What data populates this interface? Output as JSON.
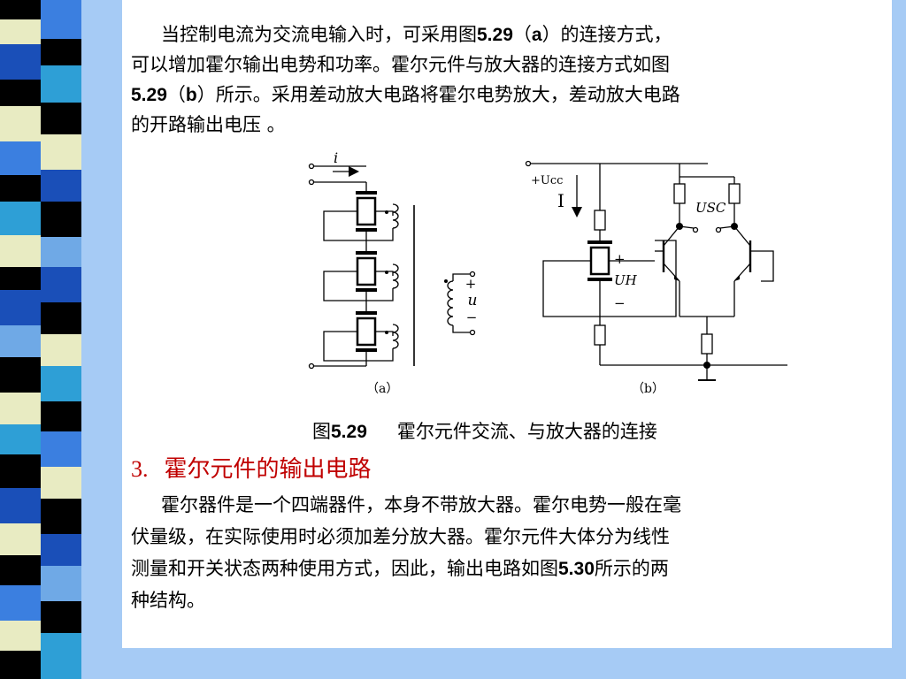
{
  "paragraph1": {
    "l1a": "当控制电流为交流电输入时，可采用图",
    "l1b": "5.29",
    "l1c": "（",
    "l1d": "a",
    "l1e": "）的连接方式，",
    "l2": "可以增加霍尔输出电势和功率。霍尔元件与放大器的连接方式如图",
    "l3a": "5.29",
    "l3b": "（",
    "l3c": "b",
    "l3d": "）所示。采用差动放大电路将霍尔电势放大，差动放大电路",
    "l4": "的开路输出电压 。"
  },
  "figure": {
    "a": {
      "current_label": "i",
      "out_plus": "+",
      "out_label": "u",
      "out_minus": "−",
      "sublabel": "（a）"
    },
    "b": {
      "supply_label": "+Ucc",
      "current_label": "I",
      "usc_label": "USC",
      "uh_plus": "+",
      "uh_label": "UH",
      "uh_minus": "−",
      "sublabel": "（b）"
    }
  },
  "caption": {
    "prefix": "图",
    "number": "5.29",
    "text": "霍尔元件交流、与放大器的连接"
  },
  "section": {
    "number": "3.",
    "title": "霍尔元件的输出电路"
  },
  "paragraph2": {
    "l1": "霍尔器件是一个四端器件，本身不带放大器。霍尔电势一般在毫",
    "l2": "伏量级，在实际使用时必须加差分放大器。霍尔元件大体分为线性",
    "l3": "测量和开关状态两种使用方式，因此，输出电路如图",
    "l3b": "5.30",
    "l3c": "所示的两",
    "l4": "种结构。"
  }
}
